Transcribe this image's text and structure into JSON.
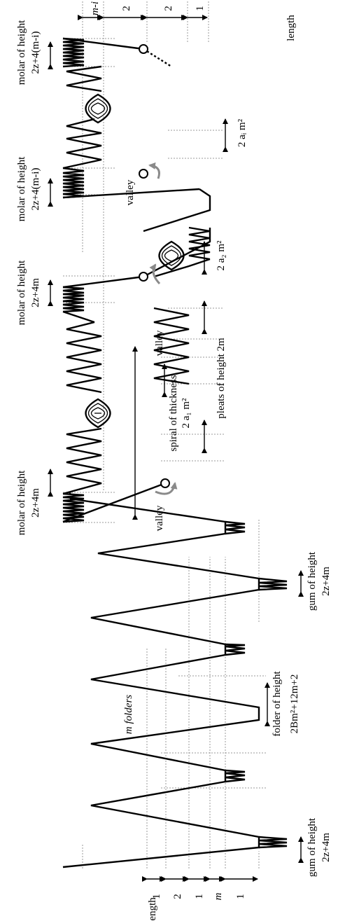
{
  "labels": {
    "length": "length",
    "m_folders": "m folders",
    "gum": "gum of height",
    "gum_h": "2z+4m",
    "folder": "folder of height",
    "folder_h": "2Bm²+12m+2",
    "valley": "valley",
    "molar": "molar of height",
    "molar_h": "2z+4m",
    "molar_hi": "2z+4(m-i)",
    "spiral": "spiral of thickness",
    "spiral_h": "2 a₁ m²",
    "pleats": "pleats of height 2m",
    "spiral2": "2 a₂ m²",
    "spiral_i": "2 aᵢ m²"
  },
  "left_ruler": [
    "1",
    "2",
    "1",
    "m",
    "1"
  ],
  "top_ruler": [
    "m-i",
    "2",
    "2",
    "1"
  ]
}
